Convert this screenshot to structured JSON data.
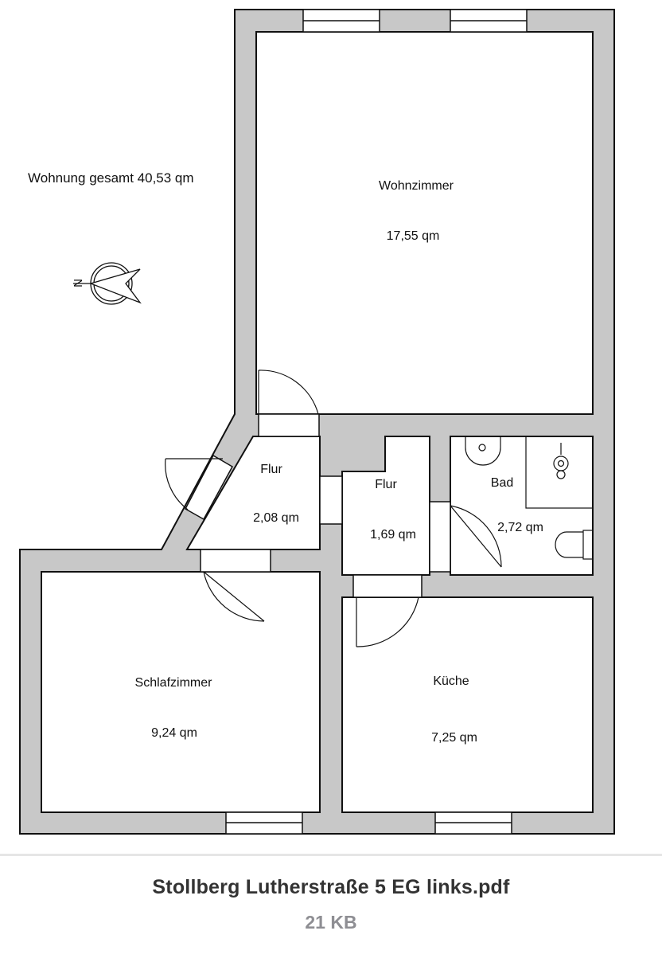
{
  "floorplan": {
    "total_area": "Wohnung gesamt 40,53 qm",
    "compass_letter": "N",
    "rooms": [
      {
        "id": "wohnzimmer",
        "name": "Wohnzimmer",
        "area": "17,55 qm"
      },
      {
        "id": "flur1",
        "name": "Flur",
        "area": "2,08 qm"
      },
      {
        "id": "flur2",
        "name": "Flur",
        "area": "1,69 qm"
      },
      {
        "id": "bad",
        "name": "Bad",
        "area": "2,72 qm"
      },
      {
        "id": "schlafzimmer",
        "name": "Schlafzimmer",
        "area": "9,24 qm"
      },
      {
        "id": "kueche",
        "name": "Küche",
        "area": "7,25 qm"
      }
    ],
    "colors": {
      "wall": "#c8c8c8",
      "line": "#111111",
      "room": "#ffffff"
    }
  },
  "file": {
    "name": "Stollberg Lutherstraße 5 EG links.pdf",
    "size": "21 KB"
  }
}
